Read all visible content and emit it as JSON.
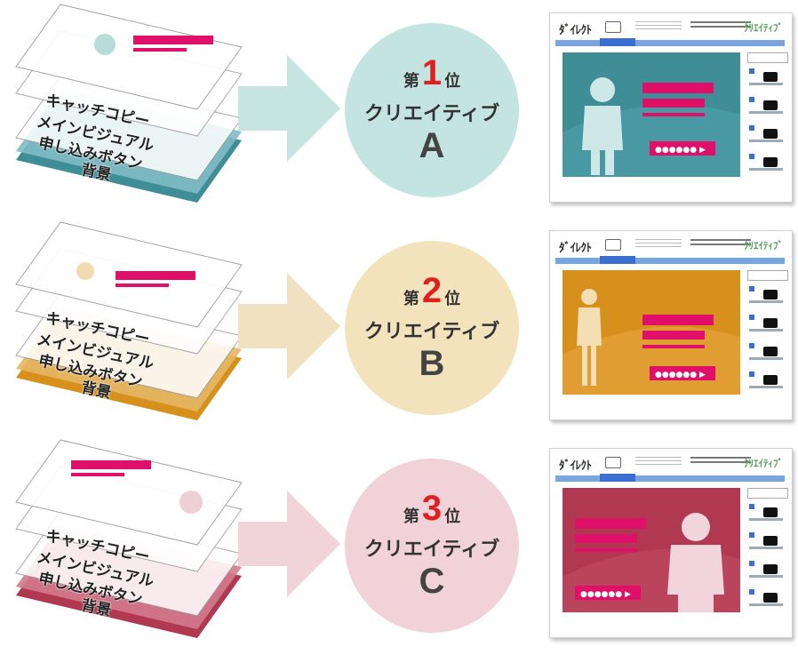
{
  "rows": [
    {
      "id": "a",
      "colors": {
        "main": "#3f8d97",
        "light": "#9fcfd3",
        "circle": "#c4e4e1",
        "arrow": "#c6e4e0"
      },
      "layers": [
        "キャッチコピー",
        "メインビジュアル",
        "申し込みボタン",
        "背景"
      ],
      "rank_prefix": "第",
      "rank_number": "1",
      "rank_suffix": "位",
      "creative_label": "クリエイティブ",
      "creative_letter": "A",
      "mockup": {
        "logo": "ﾀﾞｲﾚｸﾄ",
        "brand": "ｸﾘｴｲﾃｨﾌﾞ",
        "button_dots": "●●●●●● ▶"
      }
    },
    {
      "id": "b",
      "colors": {
        "main": "#d8901c",
        "light": "#ecd39e",
        "circle": "#f3e3bd",
        "arrow": "#f0e2c0"
      },
      "layers": [
        "キャッチコピー",
        "メインビジュアル",
        "申し込みボタン",
        "背景"
      ],
      "rank_prefix": "第",
      "rank_number": "2",
      "rank_suffix": "位",
      "creative_label": "クリエイティブ",
      "creative_letter": "B",
      "mockup": {
        "logo": "ﾀﾞｲﾚｸﾄ",
        "brand": "ｸﾘｴｲﾃｨﾌﾞ",
        "button_dots": "●●●●●● ▶"
      }
    },
    {
      "id": "c",
      "colors": {
        "main": "#b03850",
        "light": "#e8b5c0",
        "circle": "#f0d2d8",
        "arrow": "#f0d4da"
      },
      "layers": [
        "キャッチコピー",
        "メインビジュアル",
        "申し込みボタン",
        "背景"
      ],
      "rank_prefix": "第",
      "rank_number": "3",
      "rank_suffix": "位",
      "creative_label": "クリエイティブ",
      "creative_letter": "C",
      "mockup": {
        "logo": "ﾀﾞｲﾚｸﾄ",
        "brand": "ｸﾘｴｲﾃｨﾌﾞ",
        "button_dots": "●●●●●● ▶"
      }
    }
  ],
  "accent": "#e0106a"
}
